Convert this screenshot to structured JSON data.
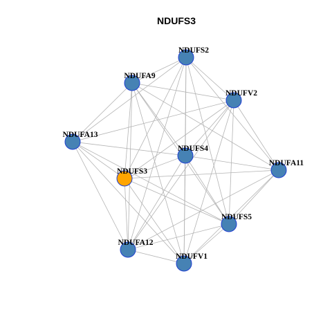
{
  "title": "NDUFS3",
  "colors": {
    "node_default": "#4682b4",
    "node_highlight": "#ffa500",
    "node_border": "#1f3fd1",
    "edge": "#b3b3b3"
  },
  "nodes": [
    {
      "id": "NDUFS2",
      "highlight": false
    },
    {
      "id": "NDUFA9",
      "highlight": false
    },
    {
      "id": "NDUFV2",
      "highlight": false
    },
    {
      "id": "NDUFA13",
      "highlight": false
    },
    {
      "id": "NDUFS4",
      "highlight": false
    },
    {
      "id": "NDUFA11",
      "highlight": false
    },
    {
      "id": "NDUFS3",
      "highlight": true
    },
    {
      "id": "NDUFS5",
      "highlight": false
    },
    {
      "id": "NDUFA12",
      "highlight": false
    },
    {
      "id": "NDUFV1",
      "highlight": false
    }
  ],
  "edges": [
    [
      "NDUFS2",
      "NDUFA9"
    ],
    [
      "NDUFS2",
      "NDUFV2"
    ],
    [
      "NDUFS2",
      "NDUFA13"
    ],
    [
      "NDUFS2",
      "NDUFS4"
    ],
    [
      "NDUFS2",
      "NDUFA11"
    ],
    [
      "NDUFS2",
      "NDUFS3"
    ],
    [
      "NDUFS2",
      "NDUFS5"
    ],
    [
      "NDUFS2",
      "NDUFA12"
    ],
    [
      "NDUFS2",
      "NDUFV1"
    ],
    [
      "NDUFA9",
      "NDUFV2"
    ],
    [
      "NDUFA9",
      "NDUFA13"
    ],
    [
      "NDUFA9",
      "NDUFS4"
    ],
    [
      "NDUFA9",
      "NDUFA11"
    ],
    [
      "NDUFA9",
      "NDUFS3"
    ],
    [
      "NDUFA9",
      "NDUFS5"
    ],
    [
      "NDUFA9",
      "NDUFA12"
    ],
    [
      "NDUFA9",
      "NDUFV1"
    ],
    [
      "NDUFV2",
      "NDUFA13"
    ],
    [
      "NDUFV2",
      "NDUFS4"
    ],
    [
      "NDUFV2",
      "NDUFA11"
    ],
    [
      "NDUFV2",
      "NDUFS3"
    ],
    [
      "NDUFV2",
      "NDUFS5"
    ],
    [
      "NDUFV2",
      "NDUFA12"
    ],
    [
      "NDUFV2",
      "NDUFV1"
    ],
    [
      "NDUFA13",
      "NDUFS4"
    ],
    [
      "NDUFA13",
      "NDUFS3"
    ],
    [
      "NDUFA13",
      "NDUFS5"
    ],
    [
      "NDUFA13",
      "NDUFA12"
    ],
    [
      "NDUFA13",
      "NDUFV1"
    ],
    [
      "NDUFS4",
      "NDUFA11"
    ],
    [
      "NDUFS4",
      "NDUFS3"
    ],
    [
      "NDUFS4",
      "NDUFS5"
    ],
    [
      "NDUFS4",
      "NDUFA12"
    ],
    [
      "NDUFS4",
      "NDUFV1"
    ],
    [
      "NDUFA11",
      "NDUFS3"
    ],
    [
      "NDUFA11",
      "NDUFS5"
    ],
    [
      "NDUFA11",
      "NDUFA12"
    ],
    [
      "NDUFA11",
      "NDUFV1"
    ],
    [
      "NDUFS3",
      "NDUFS5"
    ],
    [
      "NDUFS3",
      "NDUFA12"
    ],
    [
      "NDUFS3",
      "NDUFV1"
    ],
    [
      "NDUFS5",
      "NDUFA12"
    ],
    [
      "NDUFS5",
      "NDUFV1"
    ],
    [
      "NDUFA12",
      "NDUFV1"
    ]
  ]
}
